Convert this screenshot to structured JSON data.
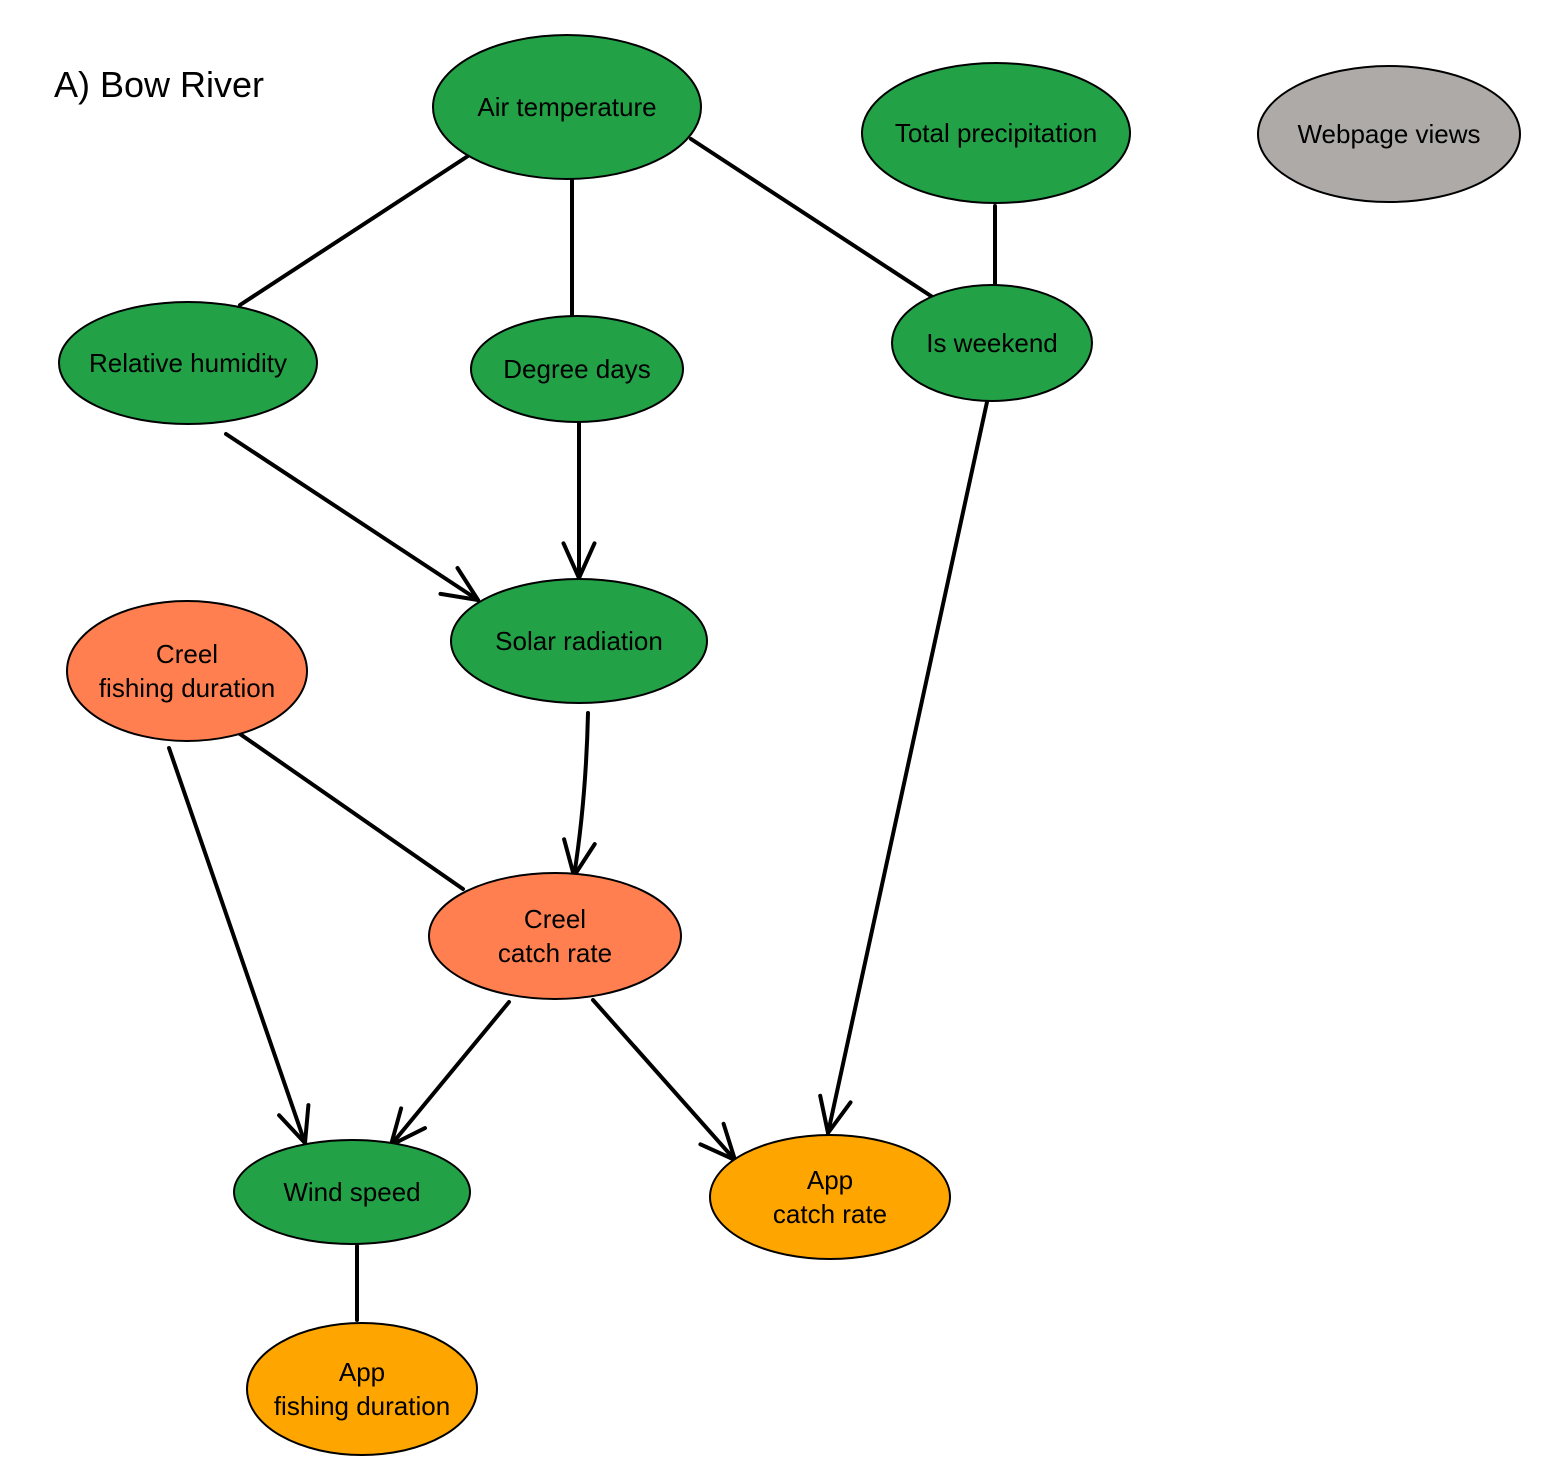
{
  "title": "A) Bow River",
  "colors": {
    "weather": "#22a146",
    "creel": "#ff7f50",
    "app": "#ffa500",
    "other": "#aeaaa8"
  },
  "nodes": [
    {
      "id": "air_temperature",
      "label_lines": [
        "Air temperature"
      ],
      "group": "weather"
    },
    {
      "id": "total_precipitation",
      "label_lines": [
        "Total precipitation"
      ],
      "group": "weather"
    },
    {
      "id": "webpage_views",
      "label_lines": [
        "Webpage views"
      ],
      "group": "other"
    },
    {
      "id": "relative_humidity",
      "label_lines": [
        "Relative humidity"
      ],
      "group": "weather"
    },
    {
      "id": "degree_days",
      "label_lines": [
        "Degree days"
      ],
      "group": "weather"
    },
    {
      "id": "is_weekend",
      "label_lines": [
        "Is weekend"
      ],
      "group": "weather"
    },
    {
      "id": "solar_radiation",
      "label_lines": [
        "Solar radiation"
      ],
      "group": "weather"
    },
    {
      "id": "creel_fishing_duration",
      "label_lines": [
        "Creel",
        "fishing duration"
      ],
      "group": "creel"
    },
    {
      "id": "creel_catch_rate",
      "label_lines": [
        "Creel",
        "catch rate"
      ],
      "group": "creel"
    },
    {
      "id": "wind_speed",
      "label_lines": [
        "Wind speed"
      ],
      "group": "weather"
    },
    {
      "id": "app_catch_rate",
      "label_lines": [
        "App",
        "catch rate"
      ],
      "group": "app"
    },
    {
      "id": "app_fishing_duration",
      "label_lines": [
        "App",
        "fishing duration"
      ],
      "group": "app"
    }
  ],
  "edges": [
    {
      "from": "air_temperature",
      "to": "relative_humidity",
      "directed": false
    },
    {
      "from": "air_temperature",
      "to": "degree_days",
      "directed": false
    },
    {
      "from": "air_temperature",
      "to": "is_weekend",
      "directed": false
    },
    {
      "from": "total_precipitation",
      "to": "is_weekend",
      "directed": false
    },
    {
      "from": "relative_humidity",
      "to": "solar_radiation",
      "directed": true
    },
    {
      "from": "degree_days",
      "to": "solar_radiation",
      "directed": true
    },
    {
      "from": "is_weekend",
      "to": "app_catch_rate",
      "directed": true
    },
    {
      "from": "solar_radiation",
      "to": "creel_catch_rate",
      "directed": true
    },
    {
      "from": "creel_fishing_duration",
      "to": "creel_catch_rate",
      "directed": false
    },
    {
      "from": "creel_fishing_duration",
      "to": "wind_speed",
      "directed": true
    },
    {
      "from": "creel_catch_rate",
      "to": "wind_speed",
      "directed": true
    },
    {
      "from": "creel_catch_rate",
      "to": "app_catch_rate",
      "directed": true
    },
    {
      "from": "wind_speed",
      "to": "app_fishing_duration",
      "directed": false
    }
  ]
}
